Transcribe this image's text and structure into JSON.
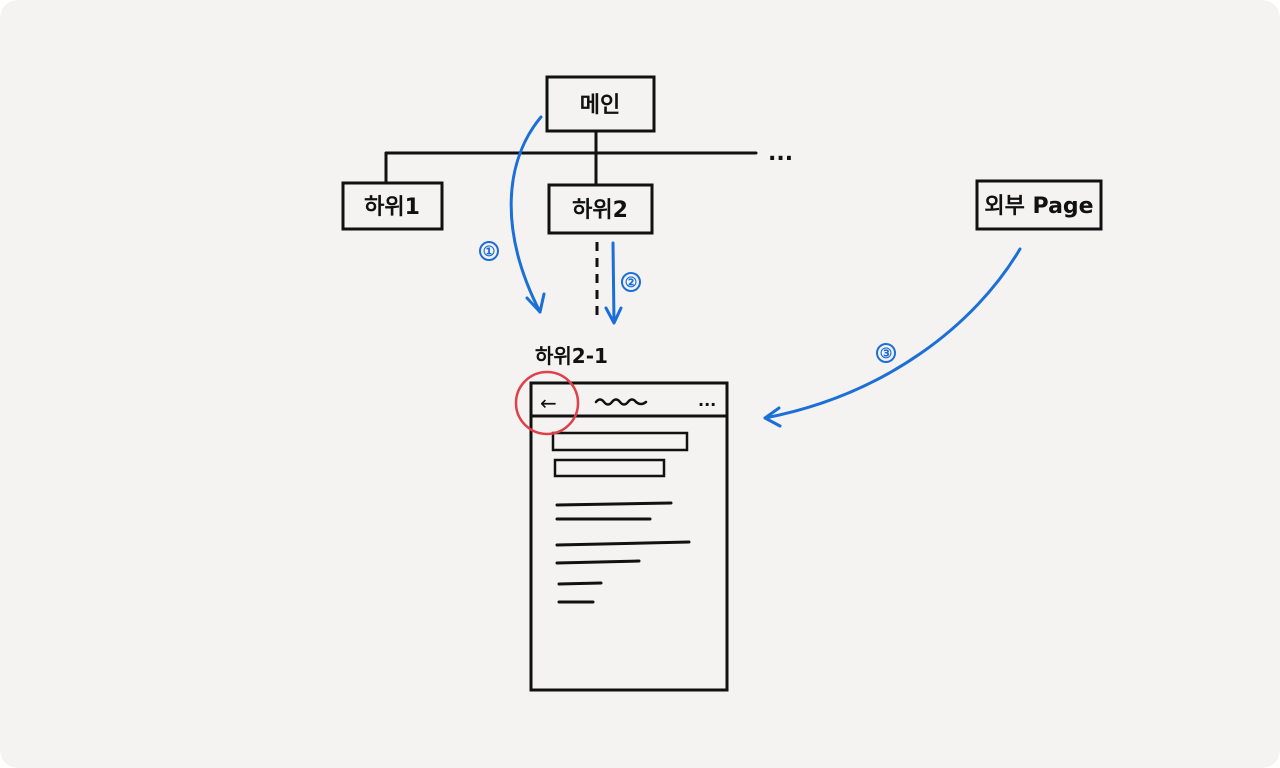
{
  "diagram": {
    "nodes": {
      "main": "메인",
      "sub1": "하위1",
      "sub2": "하위2",
      "external": "외부 Page"
    },
    "continuation": "...",
    "target_page": {
      "title": "하위2-1",
      "back_symbol": "←",
      "header_more": "..."
    },
    "paths": [
      {
        "marker": "①"
      },
      {
        "marker": "②"
      },
      {
        "marker": "③"
      }
    ],
    "colors": {
      "line": "#111111",
      "arrow": "#1d6fd8",
      "highlight": "#e0404a",
      "background": "#f4f3f2"
    }
  }
}
